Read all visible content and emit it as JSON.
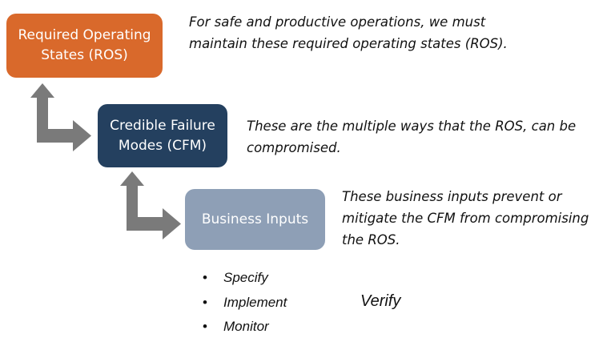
{
  "colors": {
    "ros_box": "#d9692b",
    "cfm_box": "#24405f",
    "business_box": "#8e9fb6",
    "arrow": "#7a7a7a"
  },
  "boxes": {
    "ros": "Required Operating States (ROS)",
    "cfm": "Credible Failure Modes (CFM)",
    "business_inputs": "Business Inputs"
  },
  "descriptions": {
    "ros": "For safe and productive operations, we must maintain these required operating states (ROS).",
    "cfm": "These are the multiple ways that the ROS, can be compromised.",
    "business_inputs": "These business inputs prevent or mitigate the CFM from compromising the ROS."
  },
  "bullets": [
    "Specify",
    "Implement",
    "Monitor"
  ],
  "verify_label": "Verify",
  "icons": [
    "elbow-arrow-icon",
    "elbow-arrow-icon"
  ]
}
